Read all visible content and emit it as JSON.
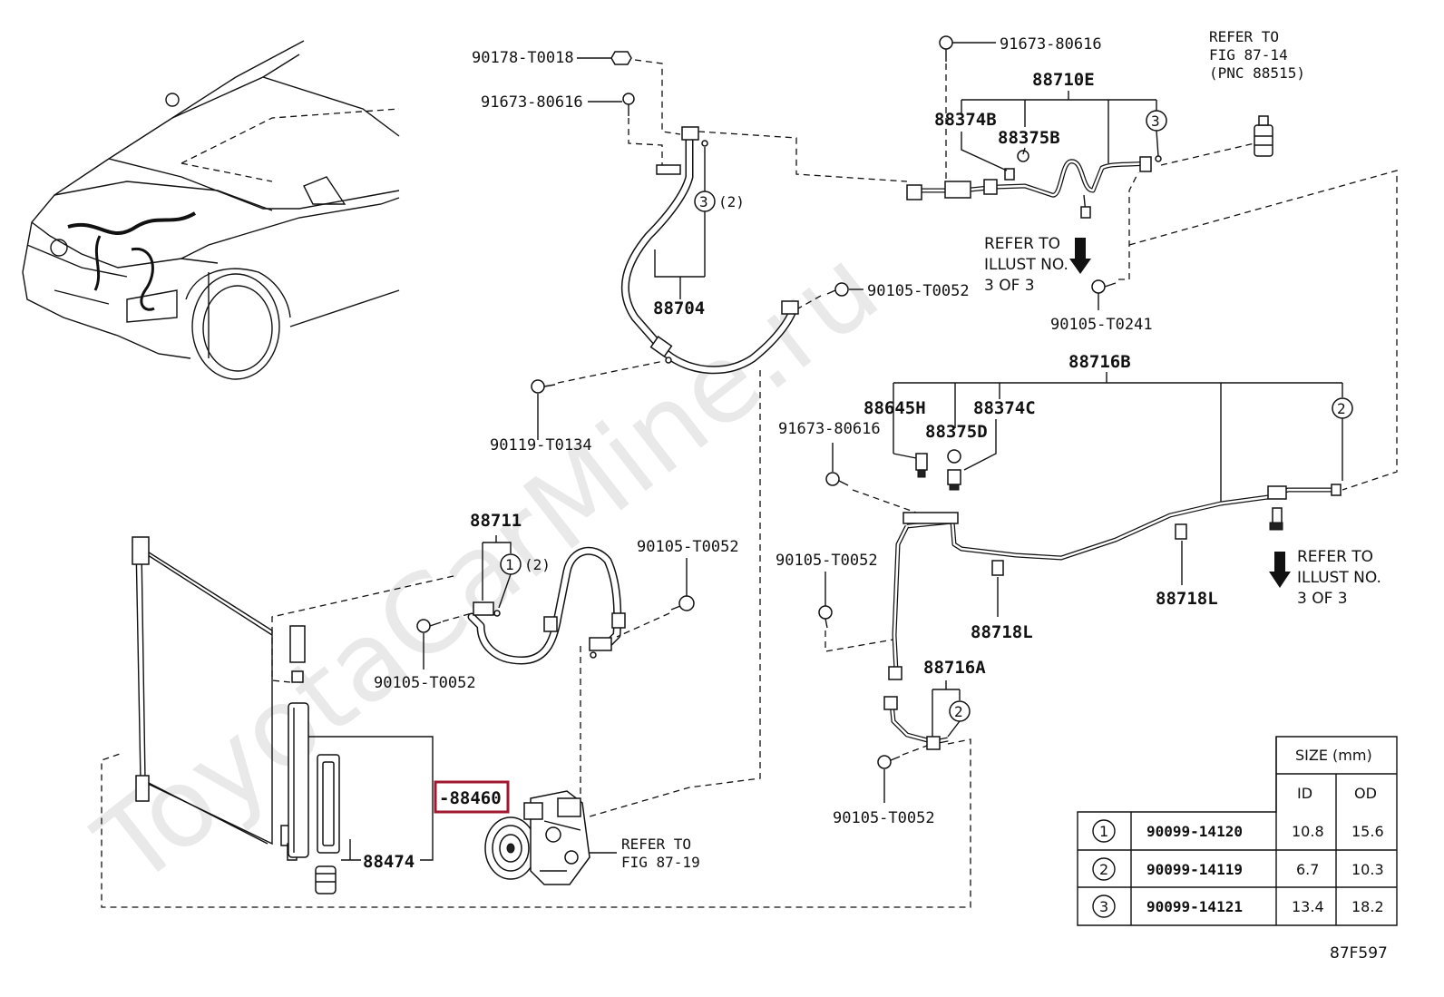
{
  "watermark": "ToyotaCarMine.ru",
  "figure_code": "87F597",
  "highlight_color": "#a0182f",
  "labels": {
    "p90178_T0018": "90178-T0018",
    "p91673_80616_a": "91673-80616",
    "p91673_80616_top": "91673-80616",
    "p88710E": "88710E",
    "p88374B": "88374B",
    "p88375B": "88375B",
    "p88704": "88704",
    "p90105_T0052_a": "90105-T0052",
    "p90105_T0241": "90105-T0241",
    "p90119_T0134": "90119-T0134",
    "p88716B": "88716B",
    "p88645H": "88645H",
    "p88374C": "88374C",
    "p88375D": "88375D",
    "p91673_80616_b": "91673-80616",
    "p88711": "88711",
    "p90105_T0052_b": "90105-T0052",
    "p90105_T0052_c": "90105-T0052",
    "p90105_T0052_d": "90105-T0052",
    "p90105_T0052_e": "90105-T0052",
    "p88718L_a": "88718L",
    "p88718L_b": "88718L",
    "p88716A": "88716A",
    "p88460": "-88460",
    "p88474": "88474"
  },
  "callouts": {
    "one": "1",
    "two": "2",
    "three": "3",
    "suffix_two": "(2)"
  },
  "notes": {
    "refer_fig_87_14": [
      "REFER TO",
      "FIG 87-14",
      "(PNC 88515)"
    ],
    "refer_illust_a": [
      "REFER TO",
      "ILLUST NO.",
      "3 OF 3"
    ],
    "refer_illust_b": [
      "REFER TO",
      "ILLUST NO.",
      "3 OF 3"
    ],
    "refer_fig_87_19": [
      "REFER TO",
      "FIG 87-19"
    ]
  },
  "size_table": {
    "header": "SIZE (mm)",
    "col_id": "ID",
    "col_od": "OD",
    "rows": [
      {
        "ref": "1",
        "part": "90099-14120",
        "id": "10.8",
        "od": "15.6"
      },
      {
        "ref": "2",
        "part": "90099-14119",
        "id": "6.7",
        "od": "10.3"
      },
      {
        "ref": "3",
        "part": "90099-14121",
        "id": "13.4",
        "od": "18.2"
      }
    ]
  }
}
